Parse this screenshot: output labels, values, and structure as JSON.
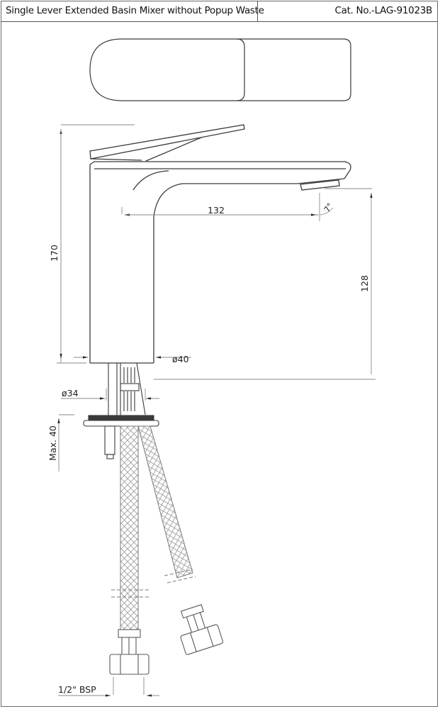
{
  "header": {
    "title": "Single Lever Extended Basin Mixer without Popup Waste",
    "catalog_number": "Cat. No.-LAG-91023B"
  },
  "views": {
    "top_view": "top-view-lever",
    "front_view": "front-elevation"
  },
  "dimensions": {
    "overall_height": "170",
    "spout_reach": "132",
    "spout_height": "128",
    "body_diameter": "ø40",
    "shank_diameter": "ø34",
    "max_counter_thickness": "Max. 40",
    "inlet_thread": "1/2\" BSP",
    "spout_angle": "7°"
  },
  "colors": {
    "line": "#3a3a3a",
    "dim_line": "#8a8a8a",
    "washer_fill": "#3a3a3a",
    "hose_mesh": "#9a9a9a"
  }
}
